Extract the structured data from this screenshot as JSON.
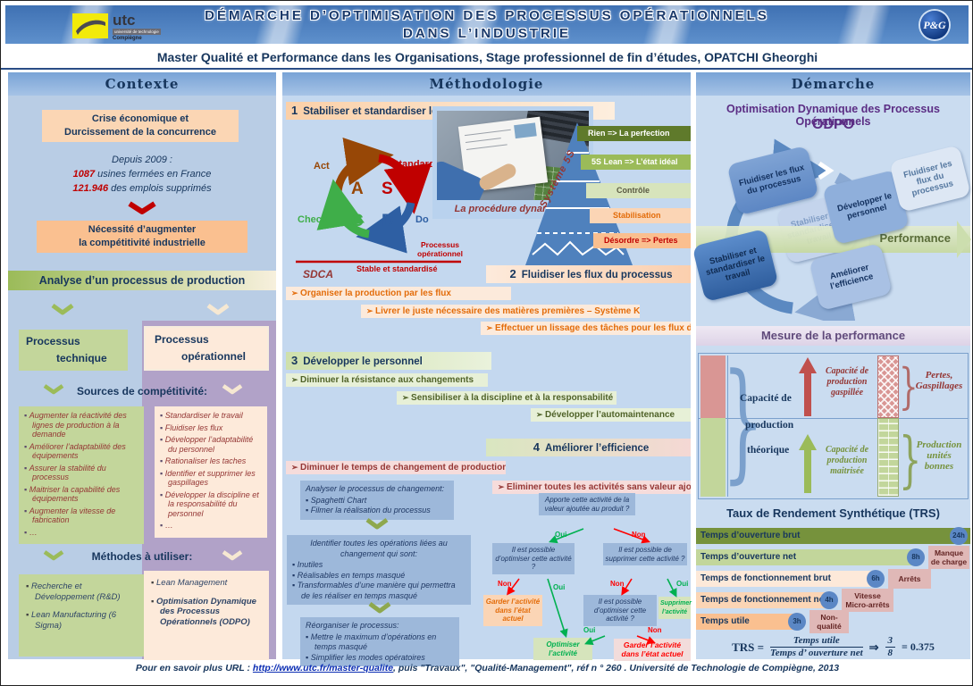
{
  "header": {
    "title1": "DÉMARCHE  D’OPTIMISATION  DES  PROCESSUS  OPÉRATIONNELS",
    "title2": "DANS  L’INDUSTRIE",
    "subtitle": "Master  Qualité et Performance  dans  les  Organisations, Stage professionnel  de fin d’études, OPATCHI Gheorghi",
    "utc": {
      "name": "utc",
      "sub1": "université de technologie",
      "sub2": "Compiègne"
    },
    "pg": "P&G"
  },
  "contexte": {
    "title": "Contexte",
    "crise_box": "Crise économique et\nDurcissement de la concurrence",
    "stats_intro": "Depuis 2009 :",
    "stat1_value": "1087",
    "stat1_label": " usines fermées en France",
    "stat2_value": "121.946",
    "stat2_label": " des emplois supprimés",
    "necessite_box": "Nécessité d’augmenter\nla compétitivité industrielle",
    "analyse_bar": "Analyse  d’un  processus  de  production",
    "proc_tech_l1": "Processus",
    "proc_tech_l2": "technique",
    "proc_op_l1": "Processus",
    "proc_op_l2": "opérationnel",
    "sources_heading": "Sources de compétitivité:",
    "sources_left": [
      "Augmenter la réactivité des lignes de production à la demande",
      "Améliorer l’adaptabilité des équipements",
      "Assurer la stabilité du processus",
      "Maitriser la capabilité des équipements",
      "Augmenter la vitesse de fabrication",
      "…"
    ],
    "sources_right": [
      "Standardiser le travail",
      "Fluidiser les flux",
      "Développer l’adaptabilité du personnel",
      "Rationaliser les taches",
      "Identifier et supprimer les gaspillages",
      "Développer la discipline et la responsabilité du personnel",
      "…"
    ],
    "methodes_heading": "Méthodes à utiliser:",
    "methodes_left": [
      "Recherche et Développement (R&D)",
      "Lean Manufacturing (6 Sigma)"
    ],
    "methodes_right": [
      "Lean Management",
      "Optimisation Dynamique des Processus Opérationnels (ODPO)"
    ]
  },
  "methodologie": {
    "title": "Méthodologie",
    "s1_num": "1",
    "s1": "Stabiliser et standardiser le travail",
    "sdca": {
      "act": "Act",
      "standard": "Standard",
      "check": "Check",
      "do": "Do",
      "a": "A",
      "s": "S",
      "c": "C",
      "d": "D",
      "processus": "Processus",
      "operationnel": "opérationnel",
      "stable": "Stable et standardisé",
      "name": "SDCA"
    },
    "photo_caption": "La procédure dynamique",
    "pyramid": {
      "label": "Système 5S",
      "band1": "Rien  =>  La perfection",
      "band2": "5S Lean => L’état idéal",
      "band3": "Contrôle",
      "band4": "Stabilisation",
      "band5": "Désordre  => Pertes"
    },
    "s2_num": "2",
    "s2": "Fluidiser les flux du  processus",
    "s2_bullets": [
      "Organiser  la  production  par  les  flux",
      "Livrer le juste nécessaire des matières premières – Système Kanban",
      "Effectuer un lissage des tâches pour les flux d’activités"
    ],
    "s3_num": "3",
    "s3": "Développer le personnel",
    "s3_bullets": [
      "Diminuer la résistance aux changements",
      "Sensibiliser à la discipline  et à la responsabilité",
      "Développer l’automaintenance"
    ],
    "s4_num": "4",
    "s4": "Améliorer l’efficience",
    "s4_left_bullet": "Diminuer le  temps de changement de production",
    "box1_title": "Analyser le processus de changement:",
    "box1_items": [
      "Spaghetti Chart",
      "Filmer la réalisation du processus"
    ],
    "box2_title": "Identifier toutes les opérations liées au changement qui sont:",
    "box2_items": [
      "Inutiles",
      "Réalisables en temps masqué",
      "Transformables d’une manière qui permettra de les réaliser en temps masqué"
    ],
    "box3_title": "Réorganiser le processus:",
    "box3_items": [
      "Mettre le maximum d’opérations en temps masqué",
      "Simplifier les modes opératoires"
    ],
    "s4_right_bullet": "Eliminer toutes  les activités sans valeur ajoutée",
    "flowchart": {
      "q1": "Apporte cette activité de la valeur ajoutée au produit ?",
      "q2": "Il est possible d’optimiser cette activité ?",
      "q3": "Il est possible de supprimer cette activité ?",
      "q4": "Il est possible d’optimiser cette activité ?",
      "keep1": "Garder l’activité dans l’état actuel",
      "optimize": "Optimiser l’activité",
      "delete": "Supprimer l’activité",
      "keep2": "Garder l’activité dans l’état actuel",
      "yes": "Oui",
      "no": "Non"
    }
  },
  "demarche": {
    "title": "Démarche",
    "odpo_line1": "Optimisation Dynamique des Processus Opérationnels",
    "odpo_line2": "ODPO",
    "cycle": [
      "Fluidiser les flux du processus",
      "Développer le personnel",
      "Fluidiser les flux du processus",
      "Stabiliser et standardiser le travail",
      "Stabiliser et standardiser le travail",
      "Améliorer l’efficience"
    ],
    "performance": "Performance",
    "mesure_bar": "Mesure de la performance",
    "capacity": {
      "word1": "Capacité de",
      "word2": "production",
      "word3": "théorique",
      "wasted": "Capacité  de production gaspillée",
      "mastered": "Capacité  de production maitrisée",
      "losses": "Pertes, Gaspillages",
      "good": "Production unités bonnes"
    },
    "trs_title": "Taux de Rendement Synthétique  (TRS)",
    "trs_rows": [
      {
        "label": "Temps d’ouverture brut",
        "hours": "24h",
        "note": ""
      },
      {
        "label": "Temps d’ouverture net",
        "hours": "8h",
        "note": "Manque  de charge"
      },
      {
        "label": "Temps de fonctionnement  brut",
        "hours": "6h",
        "note": "Arrêts"
      },
      {
        "label": "Temps de fonctionnement  net",
        "hours": "4h",
        "note": "Vitesse Micro-arrêts"
      },
      {
        "label": "Temps utile",
        "hours": "3h",
        "note": "Non-qualité"
      }
    ],
    "formula": {
      "lhs": "TRS =",
      "num": "Temps utile",
      "den": "Temps d’ ouverture net",
      "arrow": "⇒",
      "frac_num": "3",
      "frac_den": "8",
      "result": "= 0.375"
    }
  },
  "footer": {
    "intro": "Pour en  savoir  plus  URL : ",
    "link": "http://www.utc.fr/master-qualite",
    "mid": ", puis \"Travaux\", \"Qualité-Management\", réf n ° 260 .",
    "tail": "    Université de Technologie de Compiègne, 2013"
  },
  "colors": {
    "navy": "#17365d",
    "red": "#c00000",
    "orange": "#e36c0a",
    "olive": "#76923c",
    "dark_olive": "#4f6228",
    "purple": "#5b2d84",
    "dark_red": "#943634",
    "green": "#00b050",
    "banner_blue": "#4a7cbd",
    "lavender": "#b1a2c8"
  }
}
